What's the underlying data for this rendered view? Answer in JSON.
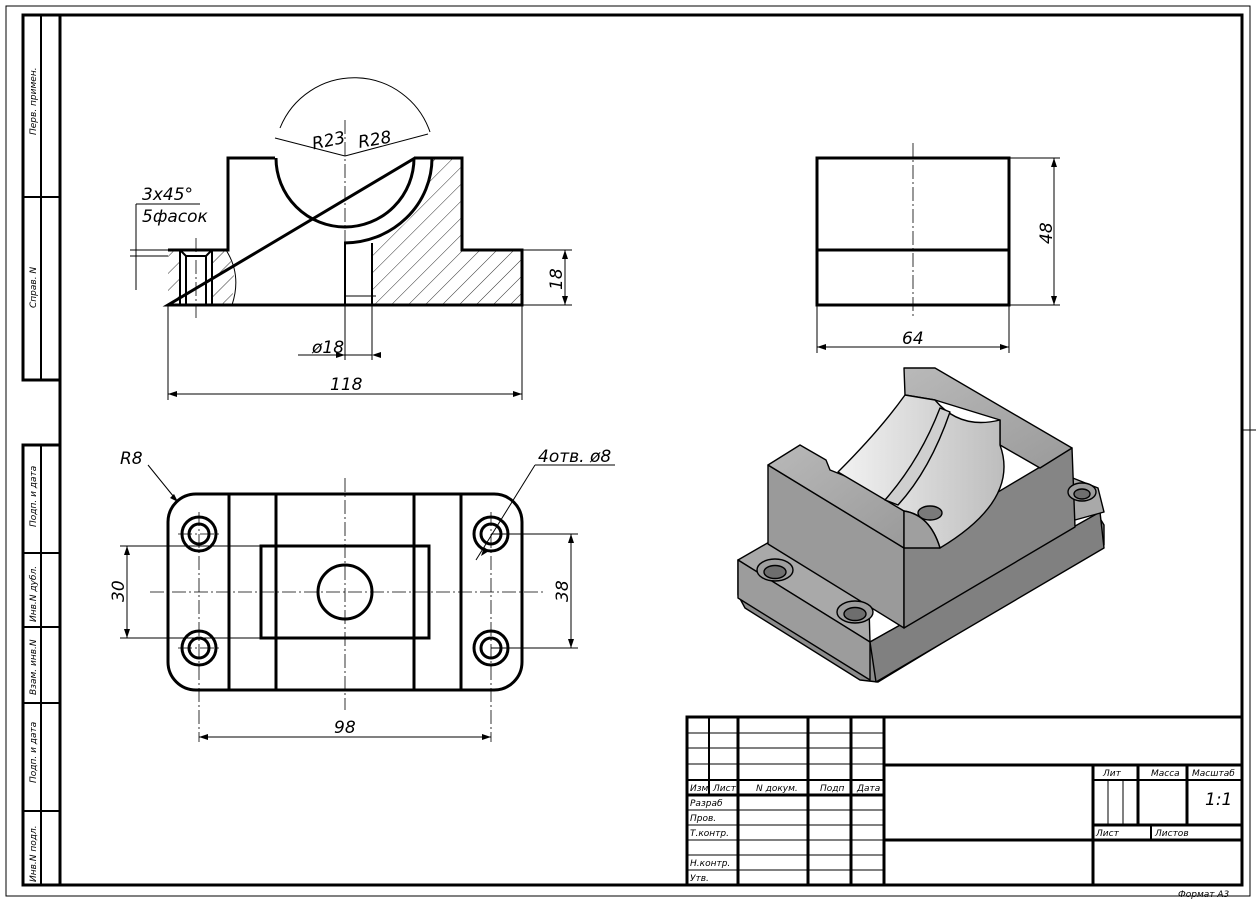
{
  "side_stamp": {
    "perv_primen": "Перв. примен.",
    "sprav_no": "Справ. N",
    "podp_data_top": "Подп. и дата",
    "inv_dubl": "Инв.N дубл.",
    "vzam_inv": "Взам. инв.N",
    "podp_data_bottom": "Подп. и дата",
    "inv_podl": "Инв.N подл."
  },
  "front_view": {
    "r23": "R23",
    "r28": "R28",
    "chamfer_line1": "3x45°",
    "chamfer_line2": "5фасок",
    "d18": "ø18",
    "h18": "18",
    "w118": "118"
  },
  "side_view": {
    "h48": "48",
    "w64": "64"
  },
  "top_view": {
    "r8": "R8",
    "holes": "4отв. ø8",
    "d30": "30",
    "d38": "38",
    "d98": "98"
  },
  "title_block": {
    "izm": "Изм",
    "list": "Лист",
    "n_dokum": "N докум.",
    "podp": "Подп",
    "data": "Дата",
    "razrab": "Разраб",
    "prov": "Пров.",
    "t_kontr": "Т.контр.",
    "n_kontr": "Н.контр.",
    "utv": "Утв.",
    "lit": "Лит",
    "massa": "Масса",
    "masshtab": "Масштаб",
    "scale_value": "1:1",
    "list2": "Лист",
    "listov": "Листов",
    "format": "Формат А3"
  }
}
